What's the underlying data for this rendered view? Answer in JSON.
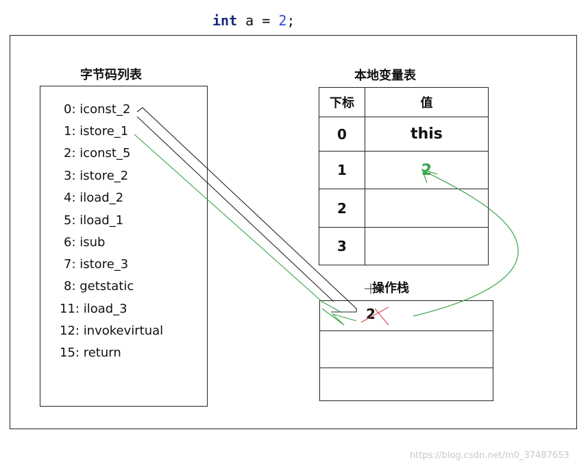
{
  "code": {
    "keyword": "int",
    "rest": " a = ",
    "value": "2",
    "end": ";"
  },
  "bytecode": {
    "title": "字节码列表",
    "lines": [
      "0: iconst_2",
      "1: istore_1",
      "2: iconst_5",
      "3: istore_2",
      "4: iload_2",
      "5: iload_1",
      "6: isub",
      "7: istore_3",
      "8: getstatic",
      "11: iload_3",
      "12: invokevirtual",
      "15: return"
    ]
  },
  "locals": {
    "title": "本地变量表",
    "col_index": "下标",
    "col_value": "值",
    "rows": [
      {
        "index": "0",
        "value": "this"
      },
      {
        "index": "1",
        "value": "2"
      },
      {
        "index": "2",
        "value": ""
      },
      {
        "index": "3",
        "value": ""
      }
    ]
  },
  "stack": {
    "title": "操作栈",
    "slot0_value": "2"
  },
  "colors": {
    "green": "#3aa34a",
    "red_cross": "#d9434f",
    "arrow_black": "#222222",
    "arrow_green": "#3aa34a"
  },
  "watermark": "https://blog.csdn.net/m0_37487653"
}
